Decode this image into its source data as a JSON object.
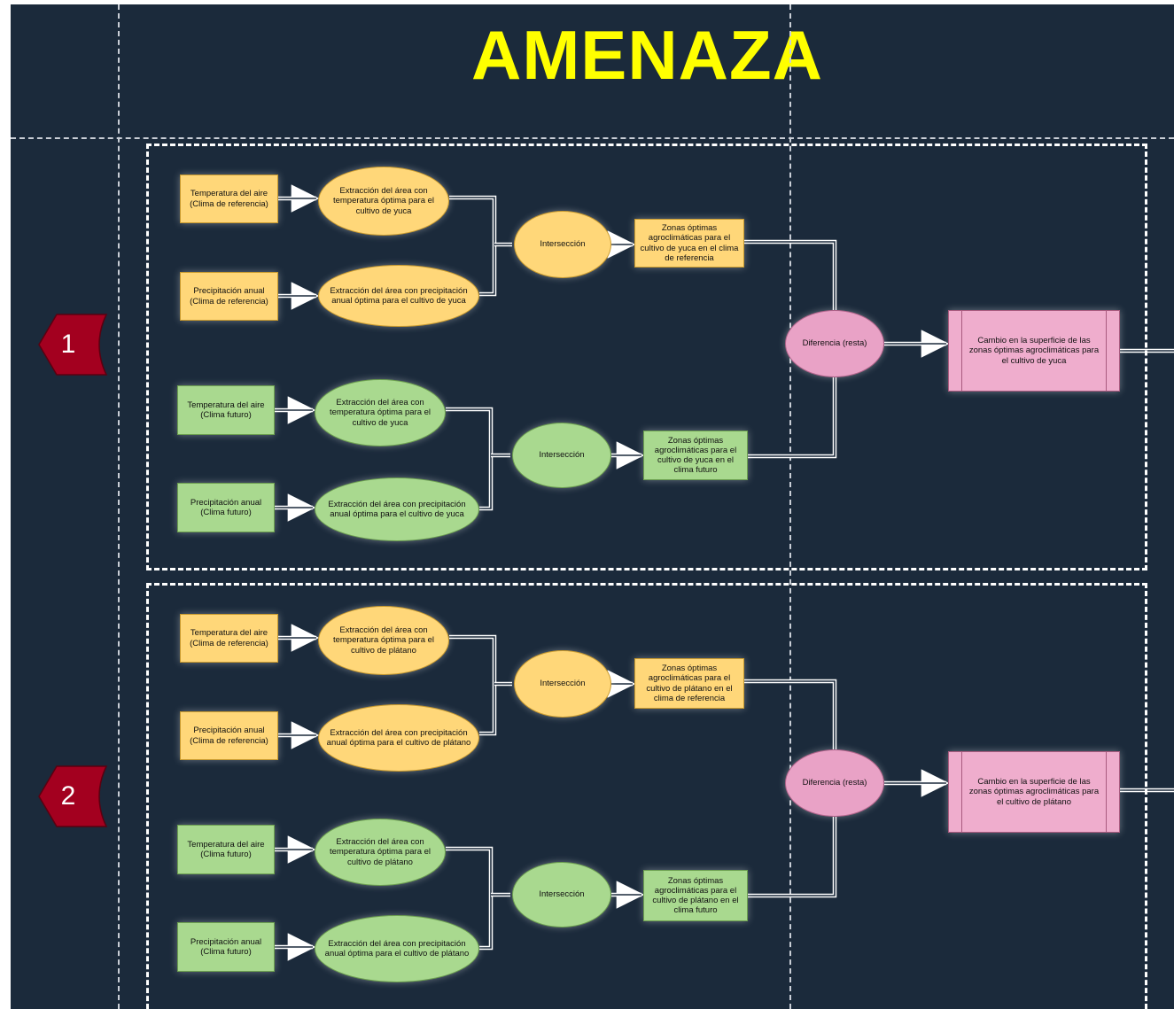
{
  "title": "AMENAZA",
  "colors": {
    "background": "#1b2a3b",
    "title": "#ffff00",
    "reference_climate": "#ffd779",
    "future_climate": "#a9d98f",
    "difference": "#e9a2c6",
    "result": "#efadcd",
    "badge": "#a3001f"
  },
  "sections": [
    {
      "badge": "1",
      "reference": {
        "temp_input": "Temperatura del aire (Clima de referencia)",
        "precip_input": "Precipitación anual (Clima de referencia)",
        "temp_extract": "Extracción del área con temperatura óptima para el cultivo de yuca",
        "precip_extract": "Extracción del área con precipitación anual óptima para el cultivo de yuca",
        "intersection": "Intersección",
        "zones": "Zonas óptimas agroclimáticas para el cultivo de yuca en el clima de referencia"
      },
      "future": {
        "temp_input": "Temperatura del aire (Clima futuro)",
        "precip_input": "Precipitación anual (Clima futuro)",
        "temp_extract": "Extracción del área con temperatura óptima para el cultivo de yuca",
        "precip_extract": "Extracción del área con precipitación anual óptima para el cultivo de yuca",
        "intersection": "Intersección",
        "zones": "Zonas óptimas agroclimáticas para el cultivo de yuca en el clima futuro"
      },
      "difference": "Diferencia (resta)",
      "result": "Cambio en la superficie de las zonas óptimas agroclimáticas para el cultivo de  yuca"
    },
    {
      "badge": "2",
      "reference": {
        "temp_input": "Temperatura del aire (Clima de referencia)",
        "precip_input": "Precipitación anual (Clima de referencia)",
        "temp_extract": "Extracción del área con temperatura óptima para el cultivo de plátano",
        "precip_extract": "Extracción del área con precipitación anual óptima para el cultivo de plátano",
        "intersection": "Intersección",
        "zones": "Zonas óptimas agroclimáticas para el cultivo de plátano en el clima de referencia"
      },
      "future": {
        "temp_input": "Temperatura del aire (Clima futuro)",
        "precip_input": "Precipitación anual (Clima futuro)",
        "temp_extract": "Extracción del área con temperatura óptima para el cultivo de plátano",
        "precip_extract": "Extracción del área con precipitación anual óptima para el cultivo de plátano",
        "intersection": "Intersección",
        "zones": "Zonas óptimas agroclimáticas para el cultivo de plátano en el clima futuro"
      },
      "difference": "Diferencia (resta)",
      "result": "Cambio en la superficie de las zonas óptimas agroclimáticas para el cultivo de  plátano"
    }
  ]
}
